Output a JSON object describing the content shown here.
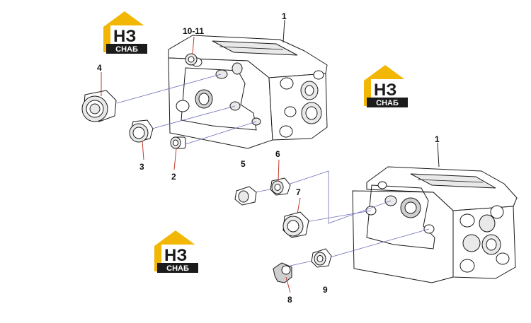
{
  "logo": {
    "letters": "НЗ",
    "caption": "СНАБ",
    "colors": {
      "roof": "#f2b705",
      "band": "#1b1b1b",
      "caption_text": "#ffffff"
    }
  },
  "callouts": {
    "c1a": "1",
    "c1b": "1",
    "c2": "2",
    "c3": "3",
    "c4": "4",
    "c5": "5",
    "c6": "6",
    "c7": "7",
    "c8": "8",
    "c9": "9",
    "c10": "10-11"
  },
  "colors": {
    "guide_line": "#6a6ab8",
    "leader_red": "#c0392b",
    "outline": "#1a1a1a"
  }
}
